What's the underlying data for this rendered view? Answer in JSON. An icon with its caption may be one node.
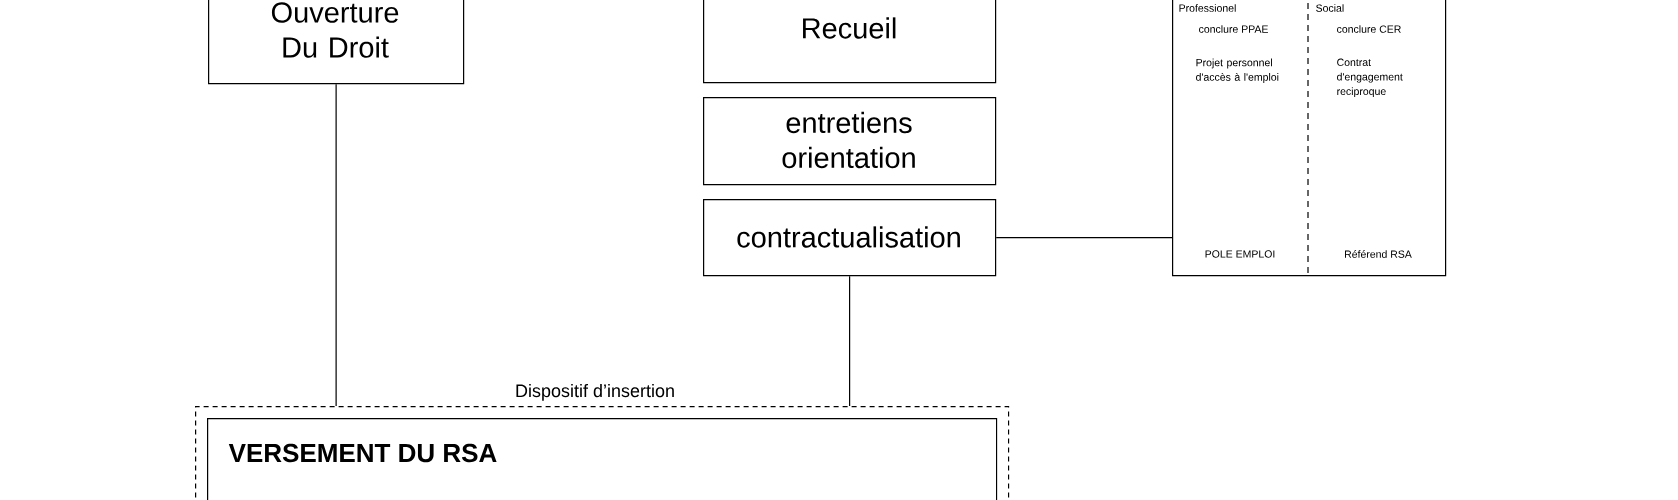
{
  "diagram": {
    "nodes": [
      {
        "text": [
          "Ouverture Du Droit"
        ]
      },
      {
        "text": [
          "Recueil"
        ]
      },
      {
        "text": [
          "entretiens orientation"
        ]
      },
      {
        "text": [
          "contractualisation"
        ]
      },
      {
        "text": [
          "Professionel",
          "conclure PPAE",
          "Projet personnel d'accès à l'emploi",
          "POLE EMPLOI",
          "Social",
          "conclure CER",
          "Contrat d'engagement reciproque",
          "Référend RSA"
        ]
      },
      {
        "text": [
          "Dispositif d’insertion"
        ]
      },
      {
        "text": [
          "VERSEMENT DU RSA"
        ],
        "in": 5
      }
    ],
    "edges": [
      {
        "from": 0,
        "to": 5,
        "arrow": "none"
      },
      {
        "from": 3,
        "to": 5,
        "arrow": "none"
      },
      {
        "from": 3,
        "to": 4,
        "arrow": "none"
      }
    ]
  }
}
